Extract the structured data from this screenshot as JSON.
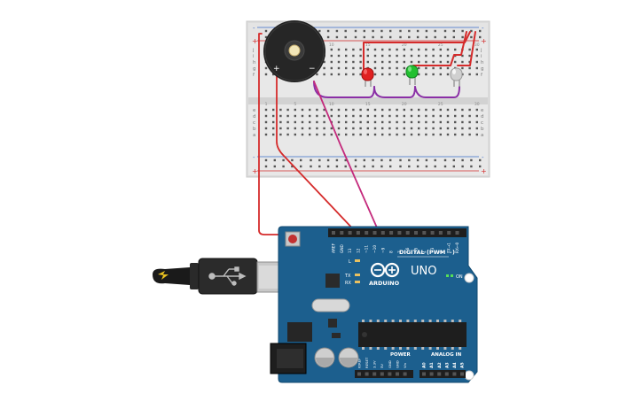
{
  "breadboard": {
    "rail_plus": "+",
    "rail_minus": "-",
    "row_letters_top": [
      "j",
      "i",
      "h",
      "g",
      "f"
    ],
    "row_letters_bottom": [
      "e",
      "d",
      "c",
      "b",
      "a"
    ],
    "column_numbers": [
      "1",
      "5",
      "10",
      "15",
      "20",
      "25",
      "30"
    ]
  },
  "buzzer": {
    "plus_label": "+",
    "minus_label": "−"
  },
  "leds": [
    {
      "color": "#e02020"
    },
    {
      "color": "#22c030"
    },
    {
      "color": "#d0d0d0"
    }
  ],
  "arduino": {
    "brand": "ARDUINO",
    "model": "UNO",
    "digital_label": "DIGITAL (PWM ~)",
    "power_label": "POWER",
    "analog_label": "ANALOG IN",
    "on_label": "ON",
    "l_label": "L",
    "tx_label": "TX",
    "rx_label": "RX",
    "header_pins": [
      "AREF",
      "GND",
      "13",
      "12",
      "~11",
      "~10",
      "~9",
      "8",
      "7",
      "~6",
      "~5",
      "4",
      "~3",
      "2",
      "TX→1",
      "RX←0"
    ],
    "power_pins": [
      "IOREF",
      "RESET",
      "3.3V",
      "5V",
      "GND",
      "GND",
      "Vin"
    ],
    "analog_pins": [
      "A0",
      "A1",
      "A2",
      "A3",
      "A4",
      "A5"
    ]
  },
  "colors": {
    "board_blue": "#1c5f8e",
    "wire_red": "#d52b2b",
    "wire_purple": "#8a2fa6",
    "wire_magenta": "#c42a7c",
    "breadboard": "#e6e6e6"
  }
}
